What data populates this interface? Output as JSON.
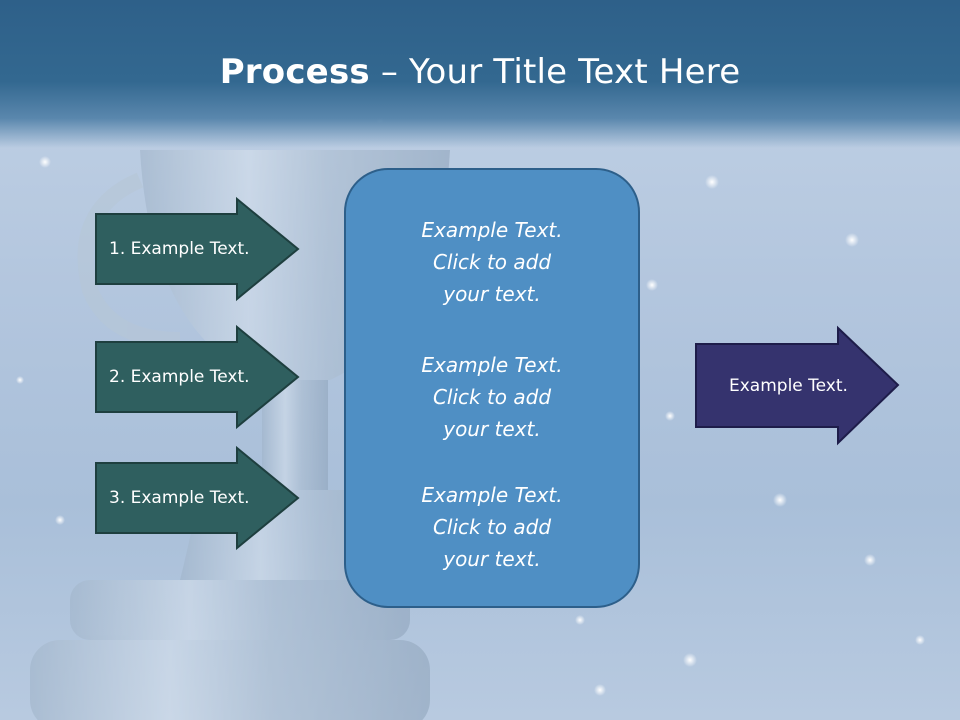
{
  "slide": {
    "title_bold": "Process",
    "title_rest": " – Your Title Text Here"
  },
  "left_arrows": [
    {
      "label": "1. Example Text."
    },
    {
      "label": "2. Example Text."
    },
    {
      "label": "3. Example Text."
    }
  ],
  "center_panel": {
    "blocks": [
      {
        "line1": "Example Text.",
        "line2": "Click  to add",
        "line3": "your text."
      },
      {
        "line1": "Example Text.",
        "line2": "Click  to add",
        "line3": "your text."
      },
      {
        "line1": "Example Text.",
        "line2": "Click  to add",
        "line3": "your text."
      }
    ]
  },
  "right_arrow": {
    "label": "Example Text."
  },
  "colors": {
    "title_band": "#336890",
    "left_arrow_fill": "#2f5f5f",
    "center_panel_fill": "#4f8fc4",
    "right_arrow_fill": "#35336e"
  }
}
